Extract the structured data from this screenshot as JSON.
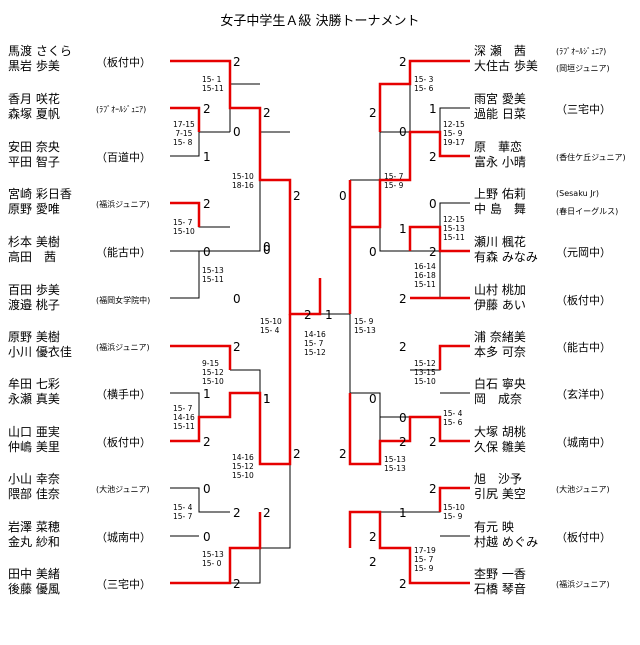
{
  "title": "女子中学生Ａ級 決勝トーナメント",
  "left_entries": [
    {
      "p1": "馬渡 さくら",
      "p2": "黒岩 歩美",
      "school": "（板付中）"
    },
    {
      "p1": "香月 咲花",
      "p2": "森塚 夏帆",
      "school": "(ﾗﾌﾞｵｰﾙｼﾞｭﾆｱ)"
    },
    {
      "p1": "安田 奈央",
      "p2": "平田 智子",
      "school": "（百道中）"
    },
    {
      "p1": "宮崎 彩日香",
      "p2": "原野 愛唯",
      "school": "(福浜ジュニア)"
    },
    {
      "p1": "杉本 美樹",
      "p2": "高田　茜",
      "school": "（能古中）"
    },
    {
      "p1": "百田 歩美",
      "p2": "渡邉 桃子",
      "school": "(福岡女学院中)"
    },
    {
      "p1": "原野 美樹",
      "p2": "小川 優衣佳",
      "school": "(福浜ジュニア)"
    },
    {
      "p1": "牟田 七彩",
      "p2": "永瀬 真美",
      "school": "（横手中）"
    },
    {
      "p1": "山口 亜実",
      "p2": "仲嶋 美里",
      "school": "（板付中）"
    },
    {
      "p1": "小山 幸奈",
      "p2": "隈部 佳奈",
      "school": "(大池ジュニア)"
    },
    {
      "p1": "岩澤 菜穂",
      "p2": "金丸 紗和",
      "school": "（城南中）"
    },
    {
      "p1": "田中 美緒",
      "p2": "後藤 優風",
      "school": "（三宅中）"
    }
  ],
  "right_entries": [
    {
      "p1": "深 瀬　茜",
      "p2": "大住古 歩美",
      "school": "(ﾗﾌﾞｵｰﾙｼﾞｭﾆｱ)",
      "school2": "(岡垣ジュニア)"
    },
    {
      "p1": "雨宮 愛美",
      "p2": "過能 日菜",
      "school": "（三宅中）"
    },
    {
      "p1": "原　華恋",
      "p2": "富永 小晴",
      "school": "(香住ケ丘ジュニア)"
    },
    {
      "p1": "上野 佑莉",
      "p2": "中 島　舞",
      "school": "(Sesaku Jr)",
      "school2": "(春日イーグルス)"
    },
    {
      "p1": "瀬川 楓花",
      "p2": "有森 みなみ",
      "school": "（元岡中）"
    },
    {
      "p1": "山村 桃加",
      "p2": "伊藤 あい",
      "school": "（板付中）"
    },
    {
      "p1": "浦 奈緒美",
      "p2": "本多 可奈",
      "school": "（能古中）"
    },
    {
      "p1": "白石 寧央",
      "p2": "岡　成奈",
      "school": "（玄洋中）"
    },
    {
      "p1": "大塚 胡桃",
      "p2": "久保 雛美",
      "school": "（城南中）"
    },
    {
      "p1": "旭　沙予",
      "p2": "引尻 美空",
      "school": "(大池ジュニア)"
    },
    {
      "p1": "有元 映",
      "p2": "村越 めぐみ",
      "school": "（板付中）"
    },
    {
      "p1": "杢野 一香",
      "p2": "石橋 琴音",
      "school": "(福浜ジュニア)"
    }
  ],
  "left_scores": {
    "r1": [
      "2",
      "2",
      "0",
      "1",
      "2",
      "0",
      "0",
      "2",
      "1",
      "2",
      "0",
      "2",
      "0",
      "2"
    ],
    "r2": [
      "2",
      "0",
      "2",
      "1"
    ],
    "sf": [
      "2",
      "0",
      "1",
      "2"
    ],
    "final": "2"
  },
  "right_scores": {
    "r1": [
      "2",
      "1",
      "0",
      "2",
      "1",
      "2",
      "0",
      "2",
      "2",
      "0",
      "2",
      "1",
      "2",
      "2"
    ],
    "r2": [
      "2",
      "0",
      "0",
      "2"
    ],
    "sf": [
      "0",
      "2",
      "2",
      "2"
    ],
    "final": "1"
  },
  "left_sets": [
    "15- 1\n15-11",
    "17-15\n 7-15\n15- 8",
    "15- 7\n15-10",
    "15-13\n15-11",
    "9-15\n15-12\n15-10",
    "15- 7\n14-16\n15-11",
    "15- 4\n15- 7",
    "15-13\n15- 0",
    "15-10\n18-16",
    "14-16\n15-12\n15-10",
    "15-10\n15- 4",
    "14-16\n15- 7\n15-12"
  ],
  "right_sets": [
    "15- 3\n15- 6",
    "12-15\n15- 9\n19-17",
    "12-15\n15-13\n15-11",
    "16-14\n16-18\n15-11",
    "15-12\n13-15\n15-10",
    "15- 4\n15- 6",
    "15-10\n15- 9",
    "17-19\n15- 7\n15- 9",
    "15- 7\n15- 9",
    "15-13\n15-13",
    "15- 9\n15-13"
  ]
}
